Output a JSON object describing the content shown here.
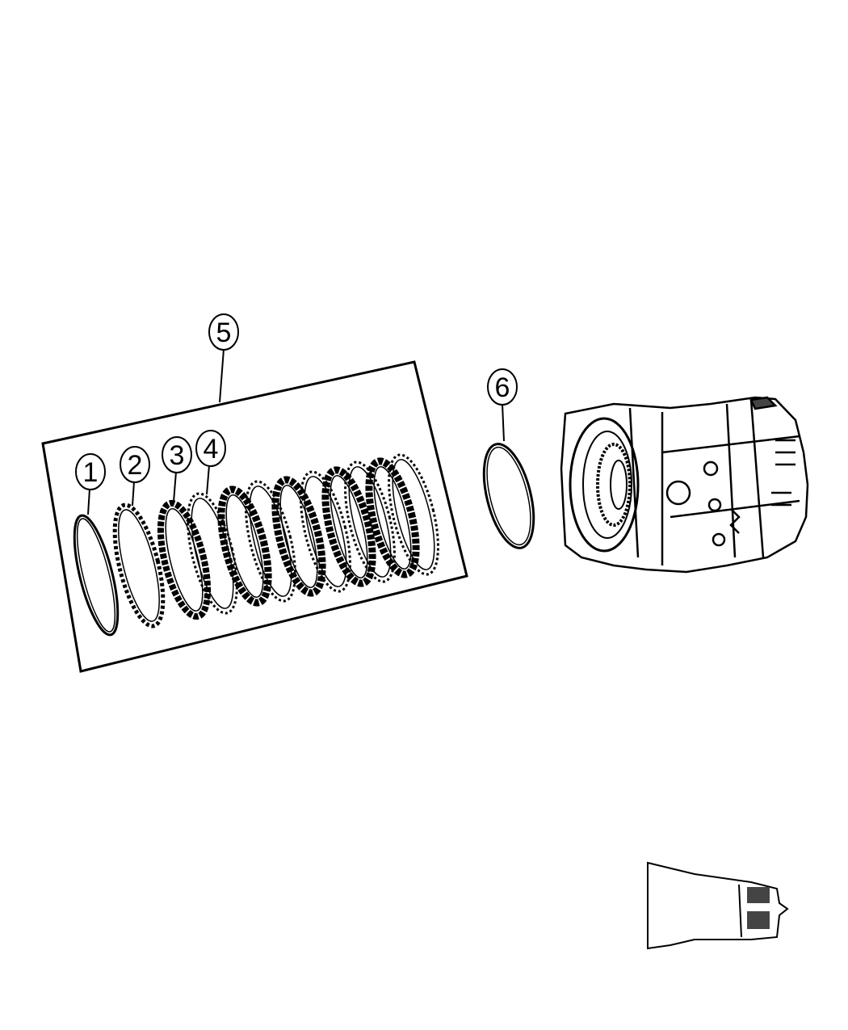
{
  "callouts": [
    {
      "id": "callout-1",
      "label": "1"
    },
    {
      "id": "callout-2",
      "label": "2"
    },
    {
      "id": "callout-3",
      "label": "3"
    },
    {
      "id": "callout-4",
      "label": "4"
    },
    {
      "id": "callout-5",
      "label": "5"
    },
    {
      "id": "callout-6",
      "label": "6"
    }
  ],
  "colors": {
    "line": "#000000",
    "fill": "#ffffff",
    "shade": "#444444"
  }
}
